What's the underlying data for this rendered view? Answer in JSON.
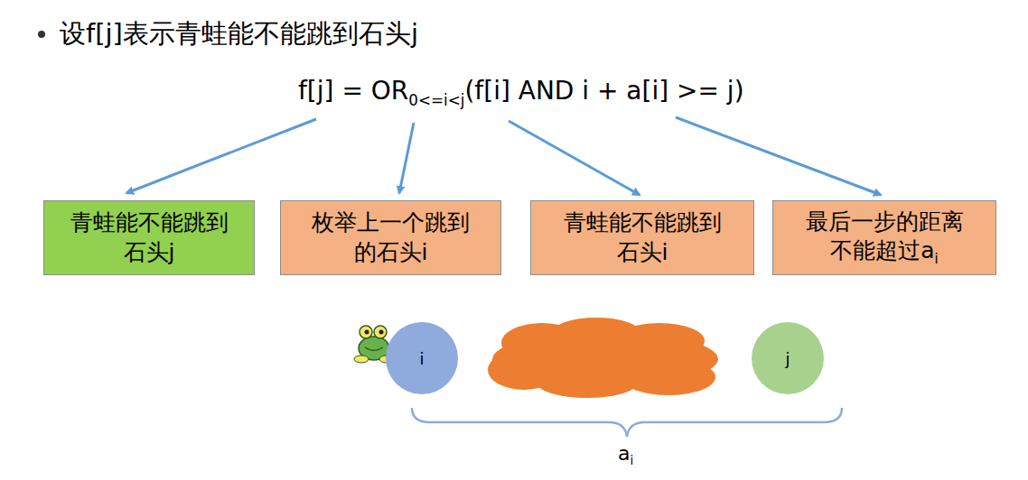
{
  "diagram": {
    "title": "设f[j]表示青蛙能不能跳到石头j",
    "nodes": [
      {
        "text": [
          "青蛙能不能跳到 石头j"
        ]
      },
      {
        "text": [
          "枚举上一个跳到 的石头i"
        ]
      },
      {
        "text": [
          "青蛙能不能跳到 石头i"
        ]
      },
      {
        "text": [
          "最后一步的距离 不能超过a",
          "i"
        ]
      },
      {
        "text": [
          "i"
        ]
      },
      {
        "text": [
          "j"
        ]
      }
    ],
    "labels": [
      "f[j] = OR",
      "0<=i<j",
      "(f[i] AND i + a[i] >= j)",
      "a",
      "i"
    ]
  }
}
